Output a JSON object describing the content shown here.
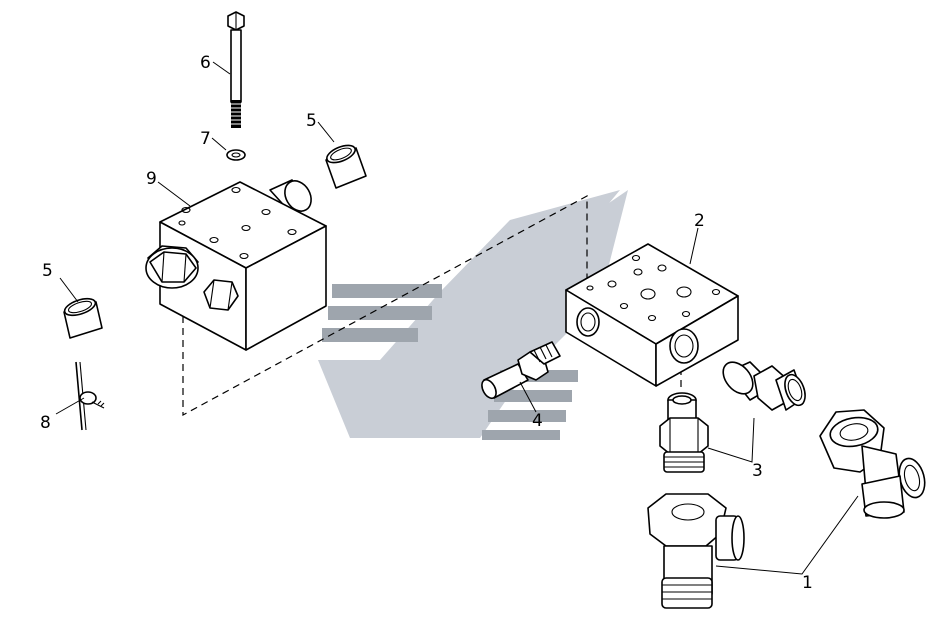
{
  "diagram": {
    "callouts": {
      "c1": "1",
      "c2": "2",
      "c3": "3",
      "c4": "4",
      "c5a": "5",
      "c5b": "5",
      "c6": "6",
      "c7": "7",
      "c8": "8",
      "c9": "9"
    }
  },
  "colors": {
    "line": "#000000",
    "background": "#ffffff",
    "watermark": "#c9ced6"
  }
}
